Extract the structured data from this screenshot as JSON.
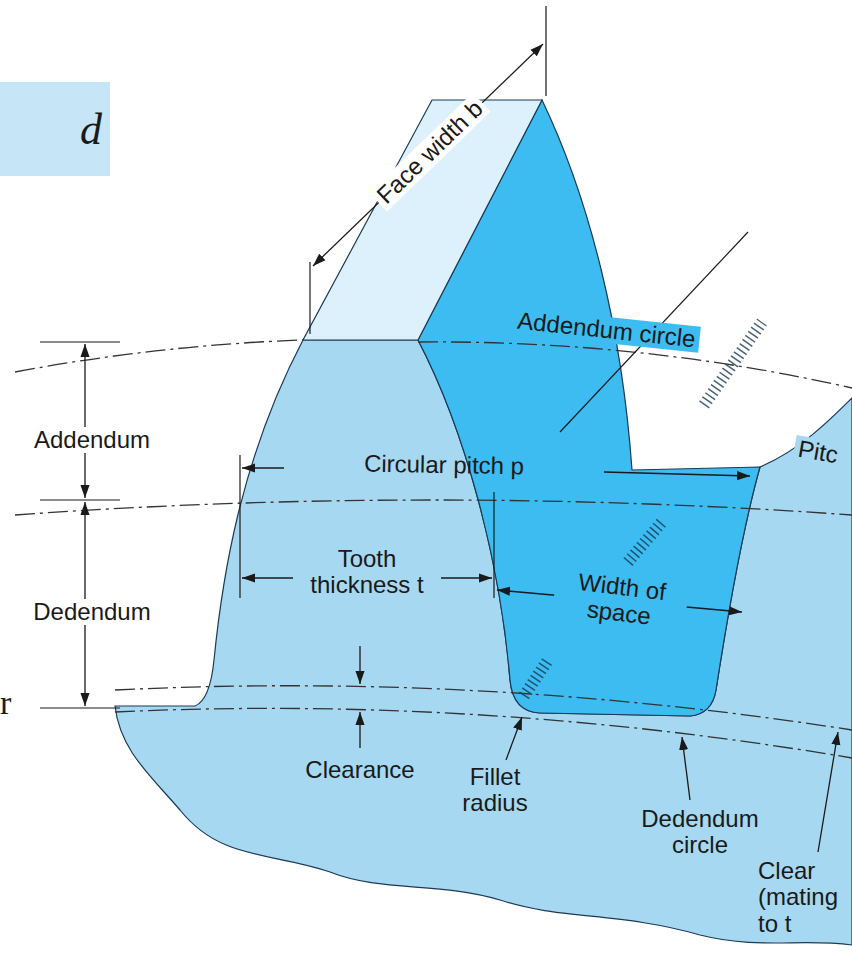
{
  "diagram": {
    "nodes": [
      {
        "text": [
          "d"
        ]
      }
    ],
    "labels": [
      "Face width b",
      "Addendum circle",
      "Addendum",
      "Circular pitch p",
      "Pitc",
      "Tooth thickness t",
      "Width of space",
      "Dedendum",
      "Clearance",
      "Fillet radius",
      "Dedendum circle",
      "Clear (mating to t",
      "r"
    ]
  }
}
